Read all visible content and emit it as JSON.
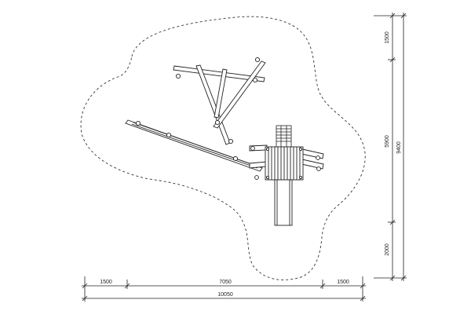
{
  "drawing": {
    "type": "playground-equipment-plan",
    "line_color": "#222222",
    "background": "#ffffff",
    "dimensions": {
      "horizontal_segments": [
        "1500",
        "7050",
        "1500"
      ],
      "horizontal_total": "10050",
      "vertical_segments": [
        "1500",
        "5900",
        "2000"
      ],
      "vertical_total": "9400"
    }
  }
}
